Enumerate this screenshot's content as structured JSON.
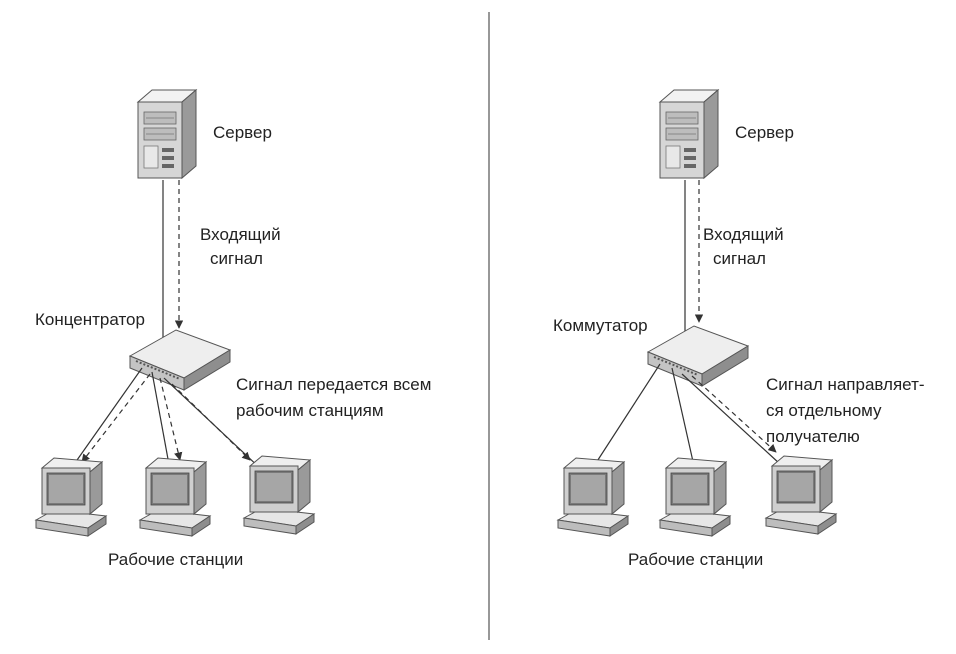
{
  "left_panel": {
    "server_label": "Сервер",
    "incoming_line1": "Входящий",
    "incoming_line2": "сигнал",
    "device_label": "Концентратор",
    "note_line1": "Сигнал передается всем",
    "note_line2": "рабочим станциям",
    "workstations_label": "Рабочие станции"
  },
  "right_panel": {
    "server_label": "Сервер",
    "incoming_line1": "Входящий",
    "incoming_line2": "сигнал",
    "device_label": "Коммутатор",
    "note_line1": "Сигнал направляет-",
    "note_line2": "ся отдельному",
    "note_line3": "получателю",
    "workstations_label": "Рабочие станции"
  },
  "colors": {
    "line": "#333333",
    "device_light": "#eeeeee",
    "device_mid": "#c8c8c8",
    "device_dark": "#8e8e8e"
  }
}
